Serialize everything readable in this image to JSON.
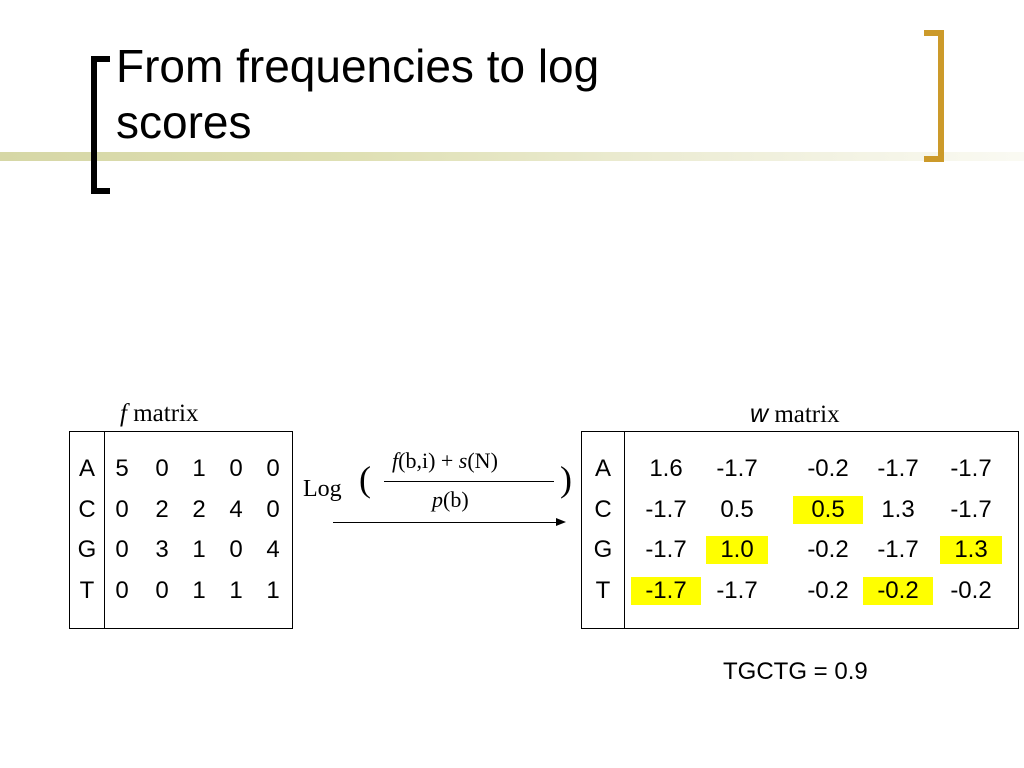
{
  "slide": {
    "title_line1": "From frequencies to log",
    "title_line2": "scores",
    "accent_color": "#cc9a2a",
    "bar_color": "#d6d7a6"
  },
  "f_matrix": {
    "label_symbol": "f",
    "label_text": " matrix",
    "row_labels": [
      "A",
      "C",
      "G",
      "T"
    ],
    "rows": [
      [
        "5",
        "0",
        "1",
        "0",
        "0"
      ],
      [
        "0",
        "2",
        "2",
        "4",
        "0"
      ],
      [
        "0",
        "3",
        "1",
        "0",
        "4"
      ],
      [
        "0",
        "0",
        "1",
        "1",
        "1"
      ]
    ]
  },
  "formula": {
    "log": "Log",
    "open_paren": "(",
    "close_paren": ")",
    "numerator_f": "f",
    "numerator_args": "(b,i) + ",
    "numerator_s": "s",
    "numerator_n": "(N)",
    "denominator_p": "p",
    "denominator_args": "(b)"
  },
  "w_matrix": {
    "label_symbol": "w",
    "label_text": " matrix",
    "row_labels": [
      "A",
      "C",
      "G",
      "T"
    ],
    "rows": [
      [
        "1.6",
        "-1.7",
        "-0.2",
        "-1.7",
        "-1.7"
      ],
      [
        "-1.7",
        "0.5",
        "0.5",
        "1.3",
        "-1.7"
      ],
      [
        "-1.7",
        "1.0",
        "-0.2",
        "-1.7",
        "1.3"
      ],
      [
        "-1.7",
        "-1.7",
        "-0.2",
        "-0.2",
        "-0.2"
      ]
    ],
    "highlight_color": "#ffff00",
    "highlighted_cells": [
      "3-0",
      "2-1",
      "1-2",
      "3-3",
      "2-4"
    ]
  },
  "result": {
    "text": "TGCTG = 0.9"
  }
}
